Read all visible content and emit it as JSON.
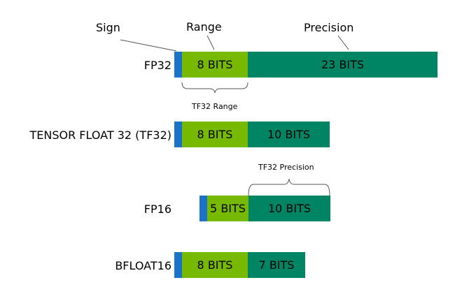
{
  "header": {
    "sign_label": "Sign",
    "range_label": "Range",
    "precision_label": "Precision"
  },
  "formats": [
    {
      "name": "FP32",
      "range_bits": "8 BITS",
      "precision_bits": "23 BITS"
    },
    {
      "name": "TENSOR FLOAT 32 (TF32)",
      "range_bits": "8 BITS",
      "precision_bits": "10 BITS"
    },
    {
      "name": "FP16",
      "range_bits": "5 BITS",
      "precision_bits": "10 BITS"
    },
    {
      "name": "BFLOAT16",
      "range_bits": "8 BITS",
      "precision_bits": "7 BITS"
    }
  ],
  "annotations": {
    "tf32_range": "TF32 Range",
    "tf32_precision": "TF32 Precision"
  },
  "colors": {
    "sign": "#1a73c6",
    "range": "#76b900",
    "precision": "#008564"
  }
}
